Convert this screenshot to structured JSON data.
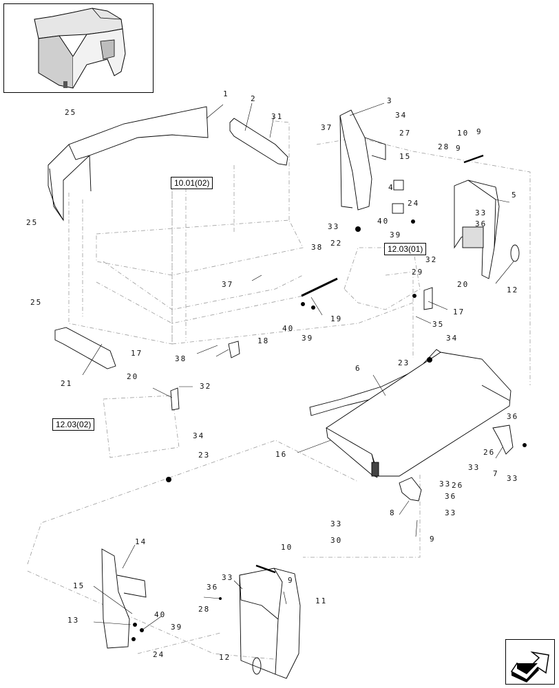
{
  "callouts": [
    "1",
    "2",
    "3",
    "4",
    "5",
    "6",
    "7",
    "8",
    "9",
    "10",
    "11",
    "12",
    "13",
    "14",
    "15",
    "16",
    "17",
    "18",
    "19",
    "20",
    "21",
    "22",
    "23",
    "24",
    "25",
    "26",
    "27",
    "28",
    "29",
    "30",
    "31",
    "32",
    "33",
    "34",
    "35",
    "36",
    "37",
    "38",
    "39",
    "40"
  ],
  "references": {
    "r1": "10.01(02)",
    "r2": "12.03(01)",
    "r3": "12.03(02)"
  },
  "icons": {
    "locator": "cab-locator-thumbnail",
    "navigation": "next-page-arrow-icon"
  }
}
